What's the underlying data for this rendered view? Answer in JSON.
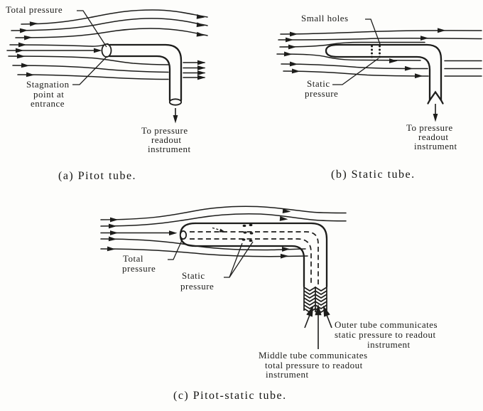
{
  "ink_color": "#1d1d1b",
  "background_color": "#fdfdfb",
  "panels": {
    "a": {
      "caption": "(a) Pitot tube.",
      "labels": {
        "total_pressure": "Total pressure",
        "stagnation_l1": "Stagnation",
        "stagnation_l2": "point at",
        "stagnation_l3": "entrance",
        "readout_l1": "To pressure",
        "readout_l2": "readout",
        "readout_l3": "instrument"
      }
    },
    "b": {
      "caption": "(b) Static tube.",
      "labels": {
        "small_holes": "Small holes",
        "static_l1": "Static",
        "static_l2": "pressure",
        "readout_l1": "To pressure",
        "readout_l2": "readout",
        "readout_l3": "instrument"
      }
    },
    "c": {
      "caption": "(c) Pitot-static tube.",
      "labels": {
        "total_l1": "Total",
        "total_l2": "pressure",
        "static_l1": "Static",
        "static_l2": "pressure",
        "outer_l1": "Outer tube communicates",
        "outer_l2": "static pressure to readout",
        "outer_l3": "instrument",
        "middle_l1": "Middle tube communicates",
        "middle_l2": "total pressure to readout",
        "middle_l3": "instrument"
      }
    }
  }
}
